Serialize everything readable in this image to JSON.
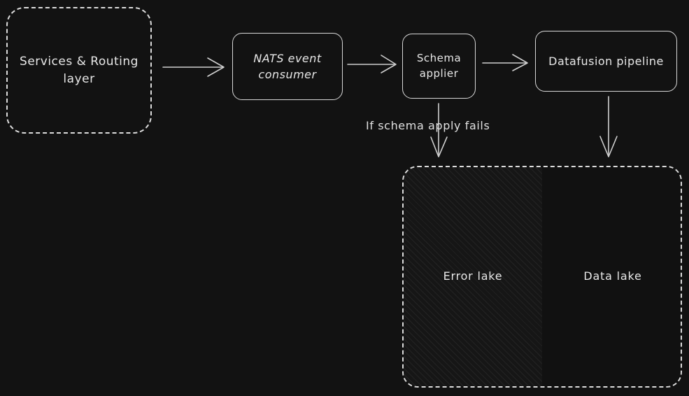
{
  "diagram": {
    "background_color": "#121212",
    "stroke_color": "#d8d8d8",
    "text_color": "#e8e8e8",
    "nodes": [
      {
        "id": "services-routing-layer",
        "label": "Services & Routing\nlayer",
        "shape": "rounded-rect",
        "border": "dashed"
      },
      {
        "id": "nats-event-consumer",
        "label": "NATS event\nconsumer",
        "shape": "rounded-rect",
        "border": "solid"
      },
      {
        "id": "schema-applier",
        "label": "Schema\napplier",
        "shape": "rounded-rect",
        "border": "solid"
      },
      {
        "id": "datafusion-pipeline",
        "label": "Datafusion pipeline",
        "shape": "rounded-rect",
        "border": "solid"
      }
    ],
    "lake_container": {
      "border": "dashed",
      "regions": [
        {
          "id": "error-lake",
          "label": "Error lake",
          "fill": "hatched"
        },
        {
          "id": "data-lake",
          "label": "Data lake",
          "fill": "plain"
        }
      ]
    },
    "edges": [
      {
        "id": "services-to-nats",
        "from": "services-routing-layer",
        "to": "nats-event-consumer",
        "label": ""
      },
      {
        "id": "nats-to-schema",
        "from": "nats-event-consumer",
        "to": "schema-applier",
        "label": ""
      },
      {
        "id": "schema-to-datafusion",
        "from": "schema-applier",
        "to": "datafusion-pipeline",
        "label": ""
      },
      {
        "id": "schema-to-error-lake",
        "from": "schema-applier",
        "to": "error-lake",
        "label": "If schema apply fails"
      },
      {
        "id": "datafusion-to-data-lake",
        "from": "datafusion-pipeline",
        "to": "data-lake",
        "label": ""
      }
    ]
  }
}
